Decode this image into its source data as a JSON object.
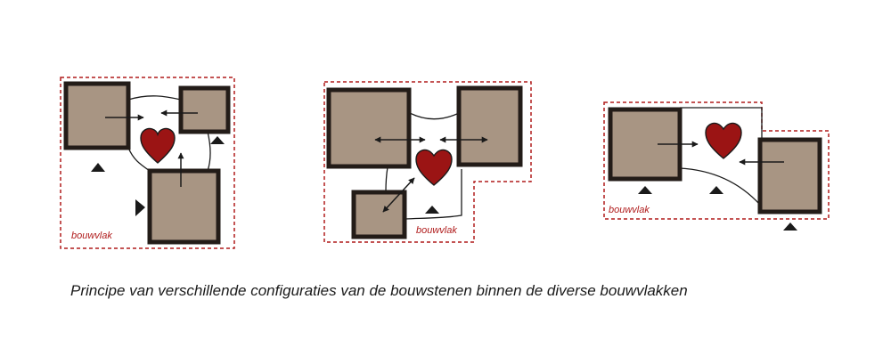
{
  "diagrams": [
    {
      "label": "bouwvlak"
    },
    {
      "label": "bouwvlak"
    },
    {
      "label": "bouwvlak"
    }
  ],
  "caption": "Principe van verschillende configuraties van de bouwstenen binnen de diverse bouwvlakken",
  "colors": {
    "block_fill": "#a89583",
    "block_stroke": "#231c18",
    "boundary": "#b01c1c",
    "heart": "#9b1414",
    "label": "#b01c1c",
    "marker": "#1a1a1a"
  },
  "icons": [
    "heart-icon",
    "entrance-triangle-icon",
    "arrow-icon"
  ]
}
